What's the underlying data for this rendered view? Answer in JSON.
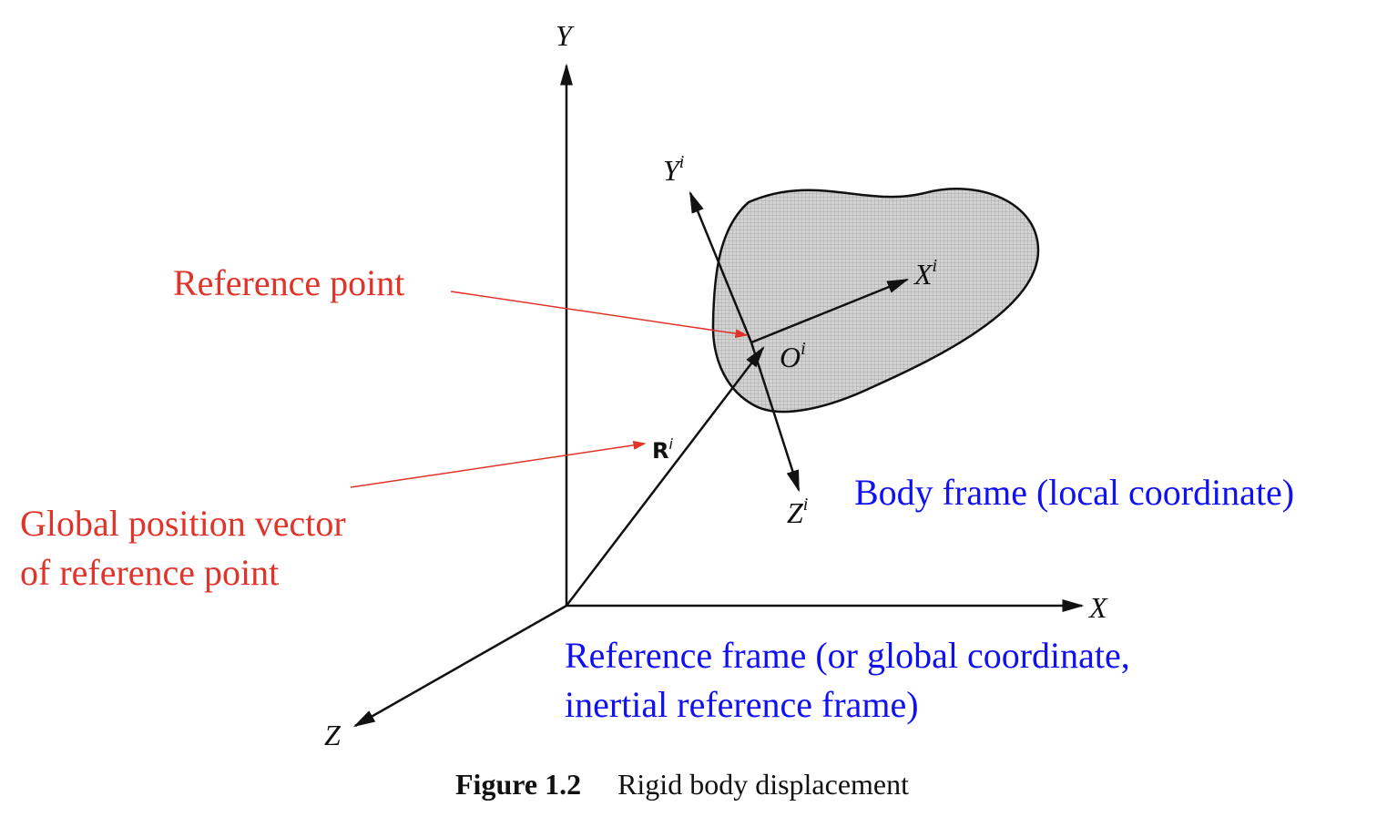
{
  "colors": {
    "annotation_red": "#e0342a",
    "annotation_blue": "#1010f0",
    "line": "#111111",
    "body_fill": "#c9c9c9"
  },
  "global_axes": {
    "y": "Y",
    "x": "X",
    "z": "Z"
  },
  "body_axes": {
    "y": {
      "base": "Y",
      "sup": "i"
    },
    "x": {
      "base": "X",
      "sup": "i"
    },
    "z": {
      "base": "Z",
      "sup": "i"
    },
    "origin": {
      "base": "O",
      "sup": "i"
    }
  },
  "position_vector": {
    "base": "R",
    "sup": "i"
  },
  "annotations": {
    "reference_point": "Reference point",
    "global_position_line1": "Global position vector",
    "global_position_line2": "of reference point",
    "body_frame": "Body frame (local coordinate)",
    "reference_frame_line1": "Reference frame (or global coordinate,",
    "reference_frame_line2": "inertial reference frame)"
  },
  "caption": {
    "number": "Figure 1.2",
    "title": "Rigid body displacement"
  }
}
